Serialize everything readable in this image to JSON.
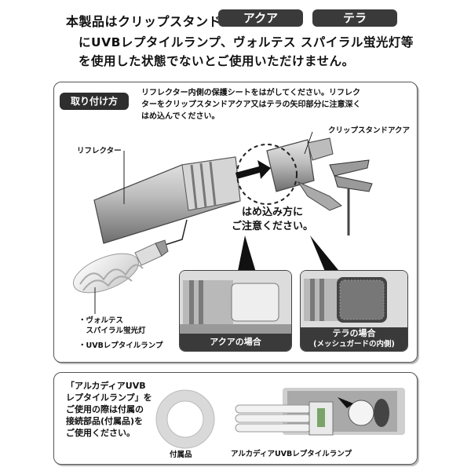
{
  "header": {
    "line1": "本製品はクリップスタンド",
    "pill_aqua": "アクア",
    "pill_terra": "テラ",
    "line2": "にUVBレプタイルランプ、ヴォルテス スパイラル蛍光灯等",
    "line3": "を使用した状態でないとご使用いただけません。"
  },
  "install_panel": {
    "badge": "取り付け方",
    "instructions": [
      "リフレクター内側の保護シートをはがしてください。リフレク",
      "ターをクリップスタンドアクア又はテラの矢印部分に注意深く",
      "はめ込んでください。"
    ],
    "label_clip_stand": "クリップスタンドアクア",
    "label_reflector": "リフレクター",
    "callout": [
      "はめ込み方に",
      "ご注意ください。"
    ],
    "label_lamps": [
      "・ヴォルテス",
      "　スパイラル蛍光灯",
      "・UVBレプタイルランプ"
    ],
    "caption_aqua": "アクアの場合",
    "caption_terra": [
      "テラの場合",
      "(メッシュガードの内側)"
    ]
  },
  "accessory_panel": {
    "note": [
      "「アルカディアUVB",
      "レプタイルランプ」を",
      "ご使用の際は付属の",
      "接続部品(付属品)を",
      "ご使用ください。"
    ],
    "label_accessory": "付属品",
    "label_lamp": "アルカディアUVBレプタイルランプ"
  }
}
